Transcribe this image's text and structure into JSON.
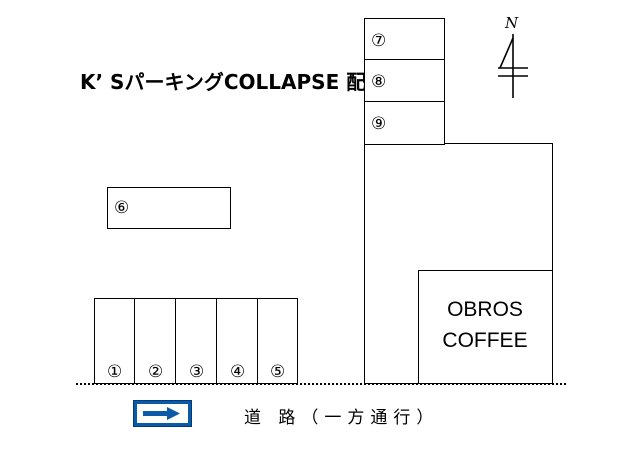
{
  "title": "K’ SパーキングCOLLAPSE 配置図",
  "compass": {
    "north_label": "N"
  },
  "spots": [
    {
      "label": "①"
    },
    {
      "label": "②"
    },
    {
      "label": "③"
    },
    {
      "label": "④"
    },
    {
      "label": "⑤"
    },
    {
      "label": "⑥"
    },
    {
      "label": "⑦"
    },
    {
      "label": "⑧"
    },
    {
      "label": "⑨"
    }
  ],
  "cafe": {
    "line1": "OBROS",
    "line2": "COFFEE"
  },
  "road": {
    "label": "道 路（一方通行）",
    "direction_icon": "arrow-right-icon",
    "sign_color": "#0a5aa8"
  }
}
